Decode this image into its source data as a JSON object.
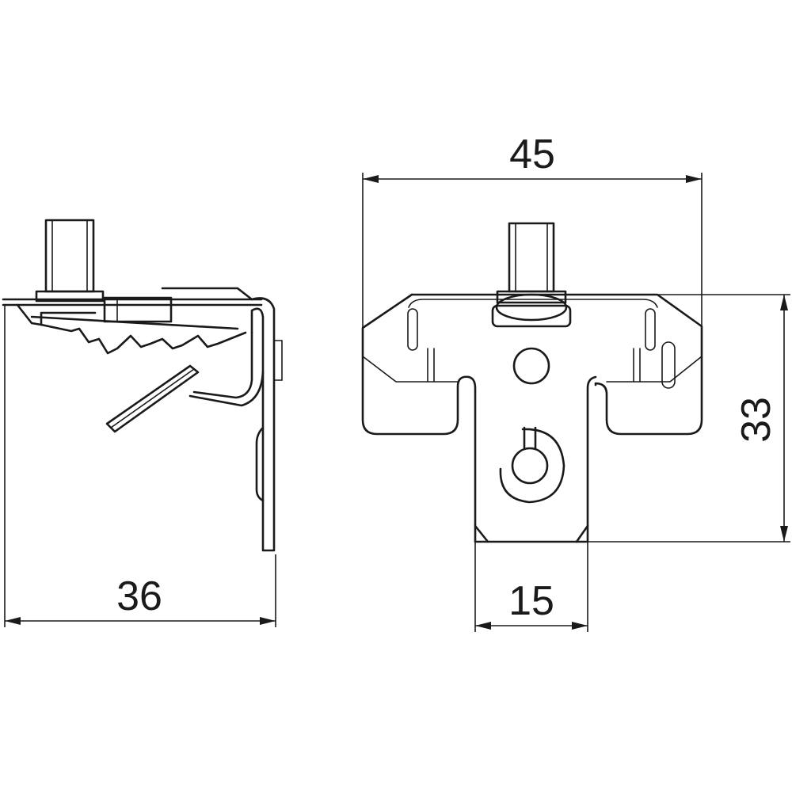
{
  "dimensions": {
    "side_width": "36",
    "front_width": "45",
    "front_height": "33",
    "tongue_width": "15"
  }
}
